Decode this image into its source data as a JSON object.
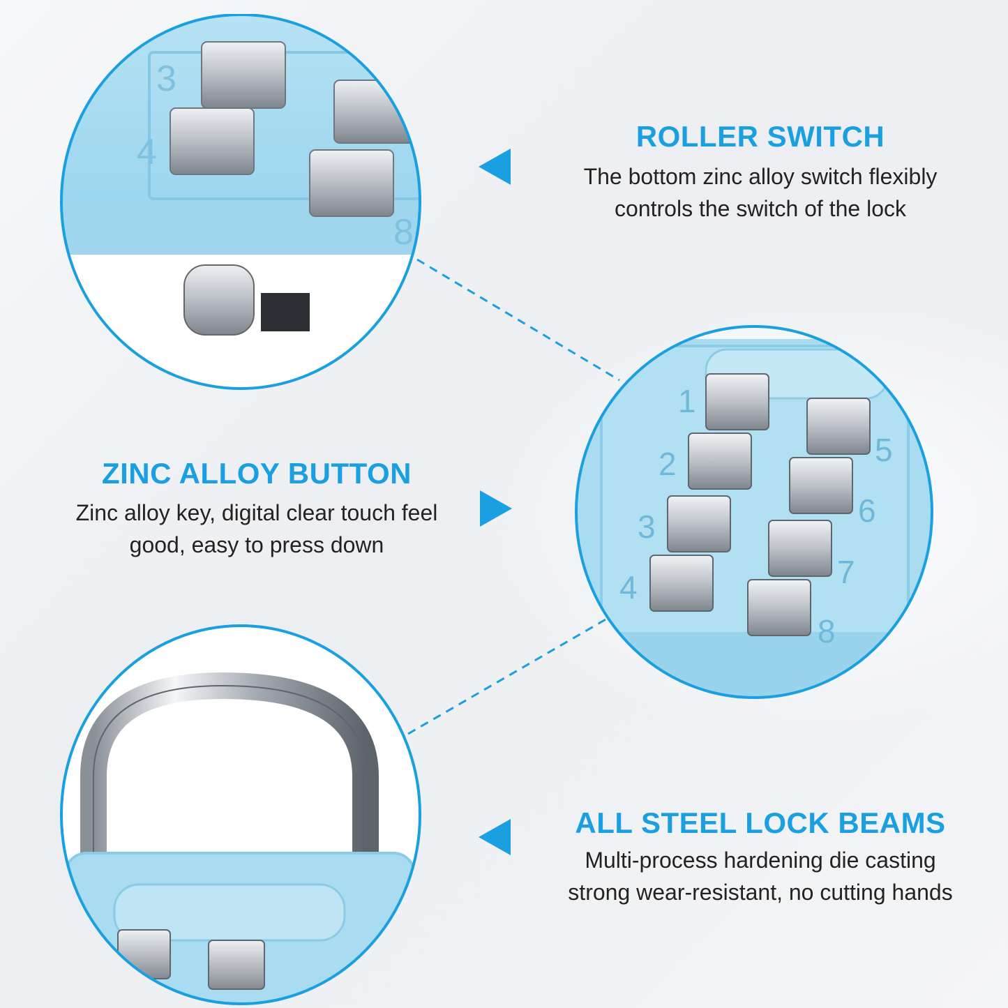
{
  "colors": {
    "accent": "#1aa0e0",
    "lock_body": "#a8dcf0",
    "lock_body_dark": "#7ec6e6",
    "steel": "#c8ccd2",
    "steel_dark": "#8d939b"
  },
  "features": [
    {
      "title": "ROLLER SWITCH",
      "desc_line1": "The bottom zinc alloy switch flexibly",
      "desc_line2": "controls the switch of the lock",
      "arrow": "left-triangle-icon"
    },
    {
      "title": "ZINC ALLOY BUTTON",
      "desc_line1": "Zinc alloy key, digital clear touch feel",
      "desc_line2": "good, easy to press down",
      "arrow": "right-triangle-icon"
    },
    {
      "title": "ALL STEEL LOCK BEAMS",
      "desc_line1": "Multi-process hardening die casting",
      "desc_line2": "strong wear-resistant, no cutting hands",
      "arrow": "left-triangle-icon"
    }
  ],
  "button_digits_left": [
    "1",
    "2",
    "3",
    "4"
  ],
  "button_digits_right": [
    "5",
    "6",
    "7",
    "8"
  ],
  "roller_digits": [
    "3",
    "4",
    "8"
  ]
}
